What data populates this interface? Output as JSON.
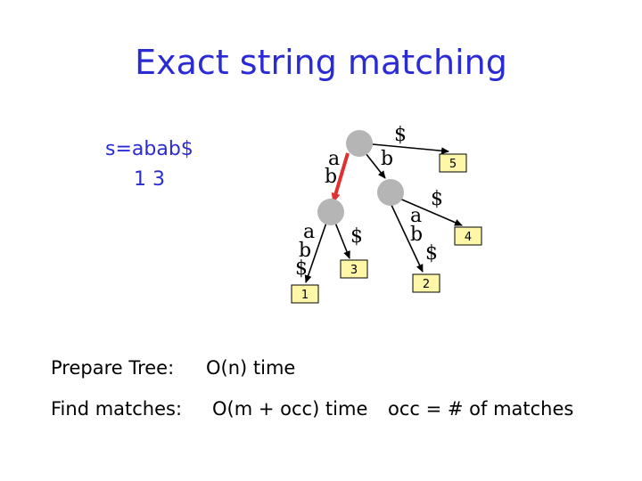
{
  "title": "Exact string matching",
  "string_def": "s=abab$",
  "positions": "1 3",
  "tree": {
    "labels": {
      "root_left": [
        "a",
        "b"
      ],
      "root_right": "b",
      "root_top": "$",
      "left_child_left": [
        "a",
        "b",
        "$"
      ],
      "left_child_right": "$",
      "right_child_dollar": "$",
      "right_child_ab": [
        "a",
        "b"
      ],
      "right_child_tail": "$"
    },
    "leaves": {
      "leaf1": "1",
      "leaf2": "2",
      "leaf3": "3",
      "leaf4": "4",
      "leaf5": "5"
    }
  },
  "colors": {
    "title": "#2b2bd6",
    "node_fill": "#b5b5b5",
    "leaf_fill": "#fff7a8",
    "highlight_edge": "#e03030"
  },
  "bottom": {
    "prepare_label": "Prepare Tree:",
    "prepare_value": "O(n)  time",
    "find_label": "Find matches:",
    "find_value": "O(m + occ) time",
    "occ_note": "occ = # of matches"
  }
}
